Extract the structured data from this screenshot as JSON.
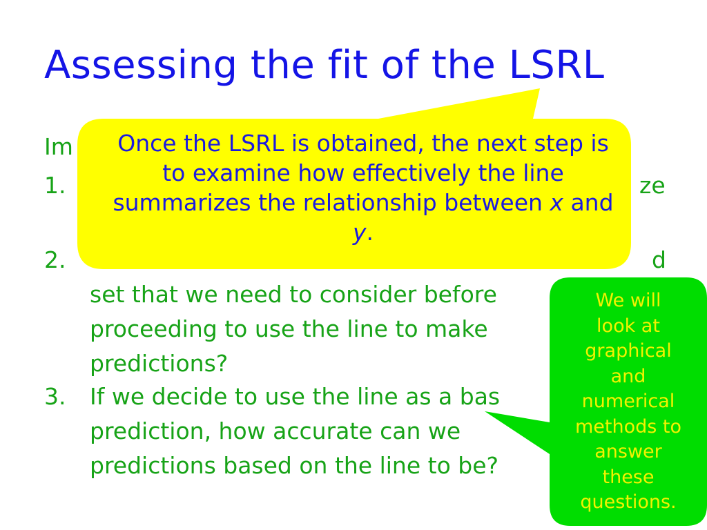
{
  "title": "Assessing the fit of the LSRL",
  "intro": "Im",
  "items": [
    {
      "number": "1.",
      "text": "",
      "tail": "ze"
    },
    {
      "number": "2.",
      "text": "set that we need to consider before\nproceeding to use the line to make\npredictions?",
      "tail": "d"
    },
    {
      "number": "3.",
      "text": "If we decide to use the line as a bas\nprediction, how accurate can we\npredictions based on the line to be?"
    }
  ],
  "callout_yellow": {
    "text_before_x": "Once the LSRL is obtained, the next step is to examine how effectively the line summarizes the relationship between ",
    "x": "x",
    "and": "and",
    "y": "y",
    "period": ".",
    "fill": "#ffff00"
  },
  "callout_green": {
    "text": "We will\nlook at\ngraphical\nand\nnumerical\nmethods to\nanswer\nthese\nquestions.",
    "fill": "#00dd00"
  },
  "colors": {
    "title": "#1414e6",
    "body": "#17a317",
    "yellow_text": "#1b1be0",
    "green_text": "#f2f200"
  }
}
